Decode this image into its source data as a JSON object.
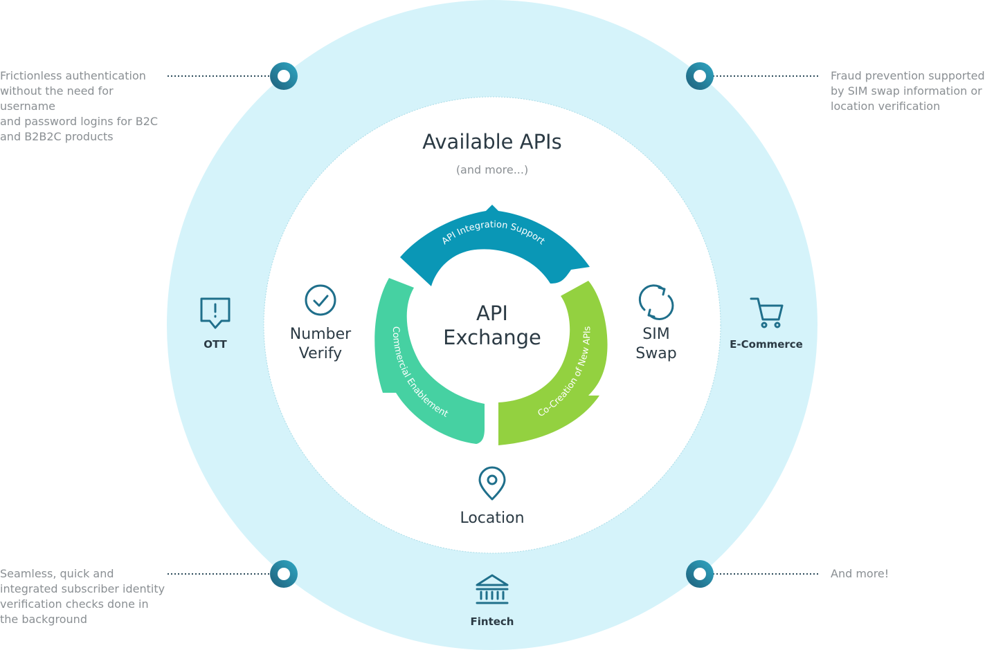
{
  "title": "Available APIs",
  "subtitle": "(and more...)",
  "center": {
    "line1": "API",
    "line2": "Exchange"
  },
  "cycle": [
    {
      "label": "API Integration Support",
      "color": "#0a97b6"
    },
    {
      "label": "Commercial Enablement",
      "color": "#46d1a2"
    },
    {
      "label": "Co-Creation of New APIs",
      "color": "#93d140"
    }
  ],
  "apis": {
    "number_verify": {
      "line1": "Number",
      "line2": "Verify",
      "icon": "check-circle-icon"
    },
    "sim_swap": {
      "line1": "SIM",
      "line2": "Swap",
      "icon": "refresh-icon"
    },
    "location": {
      "label": "Location",
      "icon": "map-pin-icon"
    }
  },
  "categories": {
    "ott": {
      "label": "OTT",
      "icon": "chat-alert-icon"
    },
    "ecommerce": {
      "label": "E-Commerce",
      "icon": "cart-icon"
    },
    "fintech": {
      "label": "Fintech",
      "icon": "bank-icon"
    }
  },
  "notes": {
    "top_left": "Frictionless authentication\nwithout the need for username\nand password logins for B2C\nand B2B2C products",
    "top_right": "Fraud prevention supported\nby SIM swap information or\nlocation verification",
    "bottom_left": "Seamless, quick and\nintegrated subscriber identity\nverification checks done in\nthe background",
    "bottom_right": "And more!"
  },
  "colors": {
    "outer_ring": "#d5f3fa",
    "node_dark": "#1f5f7a",
    "node_light": "#2a9dbb",
    "icon": "#1f6f8b",
    "text_dark": "#2b3a44",
    "text_muted": "#8a8f93"
  }
}
